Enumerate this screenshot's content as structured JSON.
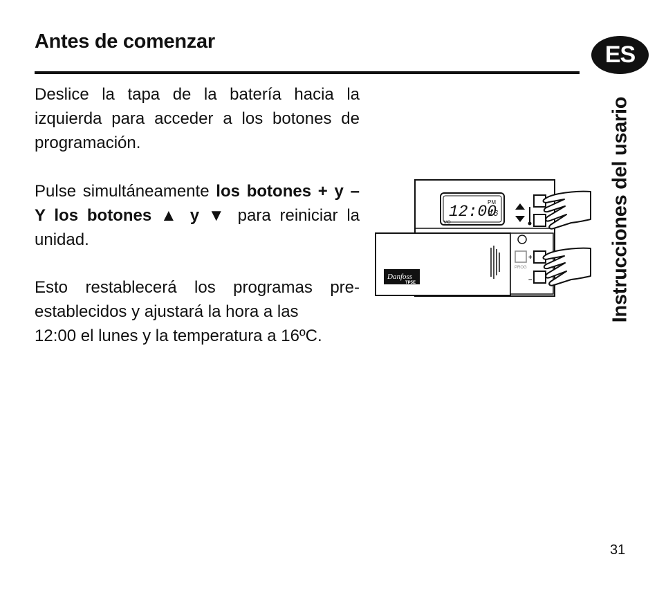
{
  "header": {
    "title": "Antes de comenzar",
    "language_badge": "ES"
  },
  "side_title": "Instrucciones del usario",
  "paragraphs": {
    "p1": "Deslice la tapa de la batería hacia la izquierda para acceder a los botones de programación.",
    "p2": {
      "t1": "Pulse simultáneamente ",
      "b1": "los botones + y – Y los botones ▲ y ▼",
      "t2": " para reiniciar la unidad."
    },
    "p3": {
      "main": "Esto restablecerá los programas pre-establecidos y ajustará la hora a las",
      "last": "12:00 el lunes y la temperatura a 16ºC."
    }
  },
  "figure": {
    "display_time": "12:00",
    "display_temp": "16",
    "display_day": "MO",
    "display_pm": "PM",
    "brand": "Danfoss",
    "model": "TP5E",
    "prog_label": "PROG",
    "plus": "+",
    "minus": "–"
  },
  "page_number": "31"
}
